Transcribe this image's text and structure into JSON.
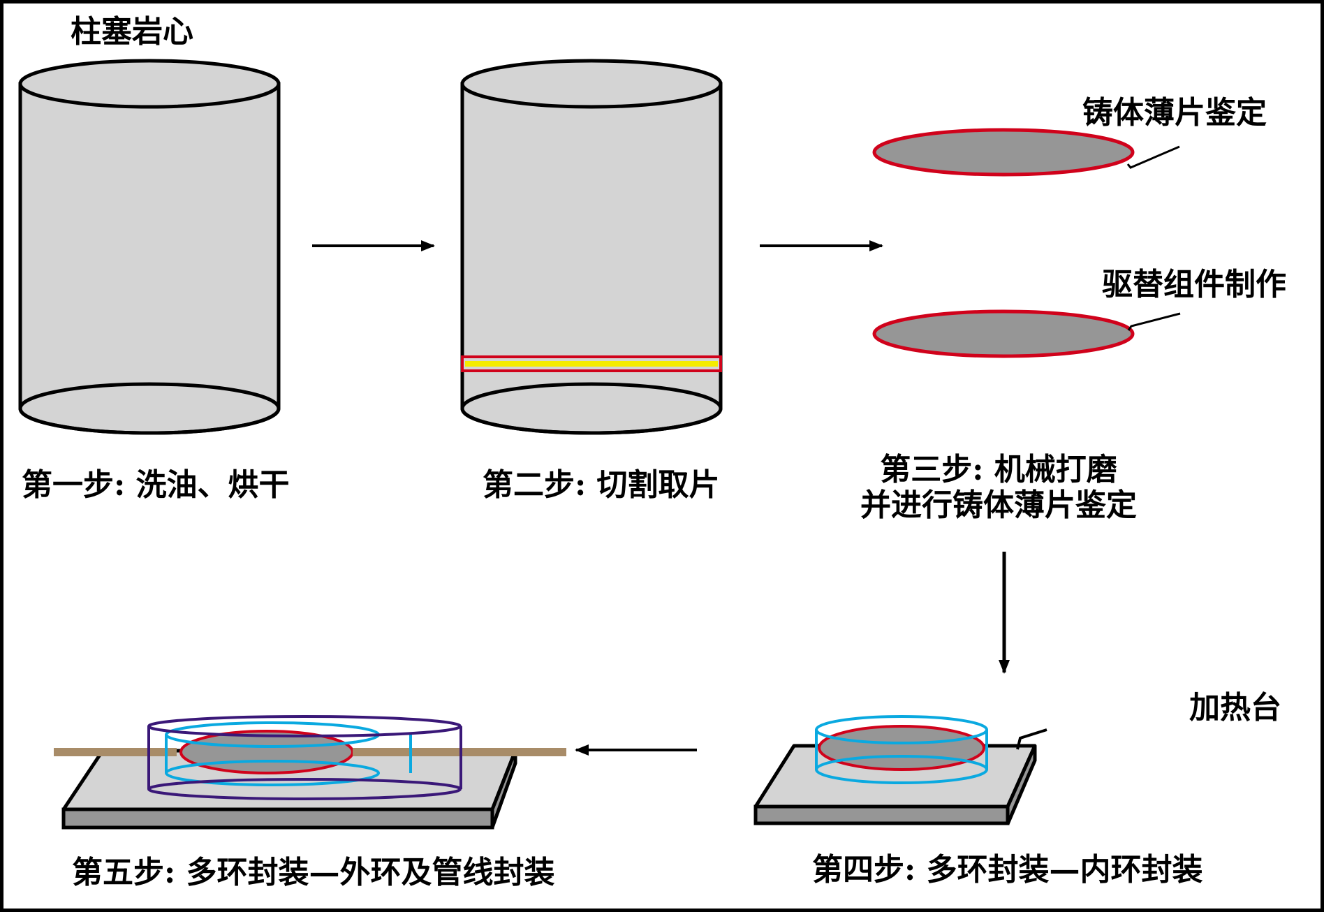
{
  "title": "柱塞岩心",
  "colors": {
    "core_fill": "#d4d4d4",
    "outline": "#000000",
    "slice_fill": "#969696",
    "slice_edge": "#d0021b",
    "cut_band": "#f5ec00",
    "inner_ring": "#0aa9e0",
    "outer_ring": "#3a1878",
    "tube": "#a88c68",
    "stage_top": "#d4d4d4",
    "stage_side": "#969696"
  },
  "steps": [
    {
      "id": 1,
      "label": "第一步: 洗油、烘干"
    },
    {
      "id": 2,
      "label": "第二步: 切割取片"
    },
    {
      "id": 3,
      "label_line1": "第三步: 机械打磨",
      "label_line2": "并进行铸体薄片鉴定"
    },
    {
      "id": 4,
      "label": "第四步: 多环封装—内环封装"
    },
    {
      "id": 5,
      "label": "第五步: 多环封装—外环及管线封装"
    }
  ],
  "callouts": {
    "slice_top": "铸体薄片鉴定",
    "slice_bottom": "驱替组件制作",
    "heating_stage": "加热台"
  }
}
